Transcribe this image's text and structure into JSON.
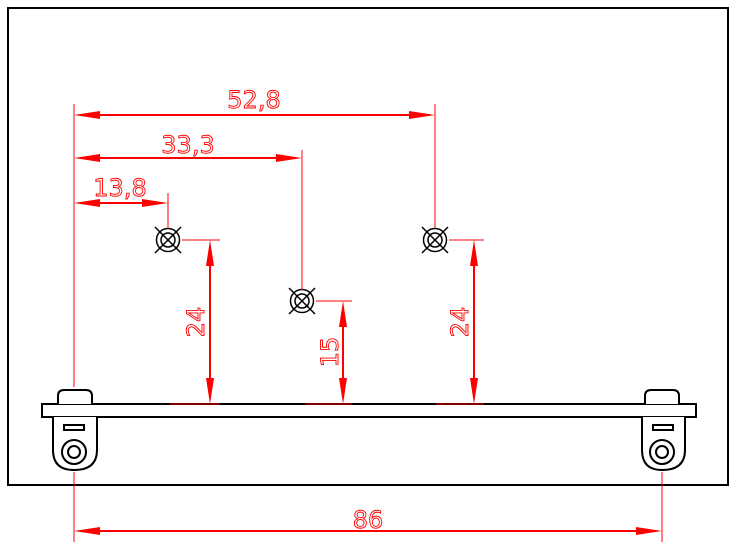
{
  "drawing": {
    "dimensions": {
      "top_span": "52,8",
      "middle_span": "33,3",
      "short_span": "13,8",
      "left_height": "24",
      "center_height": "15",
      "right_height": "24",
      "bottom_span": "86"
    },
    "colors": {
      "outline": "#000000",
      "dimension": "#ff0000",
      "background": "#ffffff"
    },
    "holes": [
      {
        "id": "left-hole",
        "icon": "crossed-circle"
      },
      {
        "id": "center-hole",
        "icon": "crossed-circle"
      },
      {
        "id": "right-hole",
        "icon": "crossed-circle"
      }
    ]
  }
}
